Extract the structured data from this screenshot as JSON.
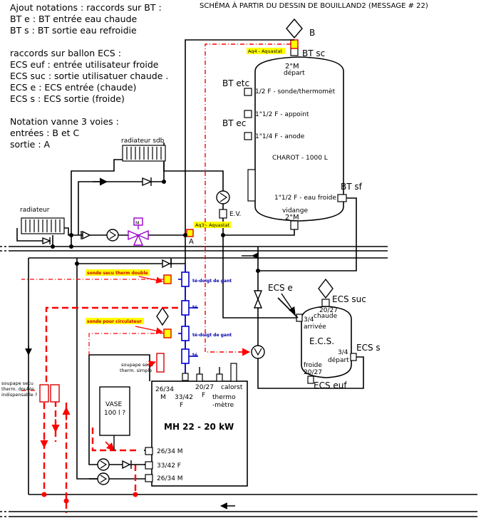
{
  "title": "SCHÉMA À PARTIR DU DESSIN DE BOUILLAND2 (MESSAGE # 22)",
  "notes": [
    "Ajout notations : raccords sur BT :",
    "BT e : BT entrée eau chaude",
    "BT s : BT sortie eau refroidie",
    "",
    "raccords sur ballon ECS :",
    "ECS euf : entrée utilisateur froide",
    "ECS suc : sortie utilisatuer chaude .",
    "ECS e : ECS entrée (chaude)",
    "ECS s : ECS sortie (froide)",
    "",
    "Notation vanne 3 voies :",
    "entrées : B et C",
    "sortie : A"
  ],
  "tank": {
    "top_label": "2\"M",
    "top_sub": "départ",
    "port_sonde": "1/2 F - sonde/thermomèt",
    "port_appoint": "1\"1/2 F - appoint",
    "port_anode": "1\"1/4 F - anode",
    "name": "CHAROT - 1000 L",
    "port_froide": "1\"1/2 F - eau froide",
    "bottom_sub": "vidange",
    "bottom_label": "2\"M",
    "bt_sc": "BT sc",
    "bt_etc": "BT etc",
    "bt_ec": "BT ec",
    "bt_sf": "BT sf",
    "b_label": "B"
  },
  "ecs": {
    "name": "E.C.S.",
    "top_size": "20/27",
    "top_sub": "chaude",
    "left_size": "3/4",
    "left_sub": "arrivée",
    "right_size": "3/4",
    "right_sub": "départ",
    "bottom_sub": "froide",
    "bottom_size": "20/27",
    "ecs_e": "ECS e",
    "ecs_suc": "ECS suc",
    "ecs_s": "ECS s",
    "ecs_euf": "ECS euf"
  },
  "boiler": {
    "name": "MH 22 - 20 kW",
    "top1": "26/34",
    "top1b": "M",
    "top2": "33/42",
    "top2b": "F",
    "top3": "20/27",
    "top3b": "F",
    "calorst": "calorst",
    "thermo": "thermo",
    "metre": "-mètre",
    "side1": "26/34 M",
    "side2": "33/42  F",
    "side3": "26/34 M"
  },
  "vase": {
    "line1": "VASE",
    "line2": "100 l ?"
  },
  "labels": {
    "radiateur_sdb": "radiateur sdb",
    "radiateur": "radiateur",
    "valve_m": "M",
    "a_label": "A",
    "ev": "E.V.",
    "aq4": "Aq4 - Aquastat",
    "aq3": "Aq3 - Aquastat",
    "sonde_secu": "sonde secu therm double",
    "sonde_circ": "sonde pour circulateur",
    "te_doigt1": "té-doigt de gant",
    "te1": "té",
    "te_doigt2": "té-doigt de gant",
    "te2": "té",
    "soupape_simple_1": "soupape secu",
    "soupape_simple_2": "therm. simple",
    "soupape_double_1": "soupape secu",
    "soupape_double_2": "therm. double",
    "soupape_double_3": "indispensable ?"
  },
  "colors": {
    "pipe": "#000000",
    "loop": "#ff0000",
    "tee": "#0000cc",
    "highlight": "#ffff00",
    "valve": "#9900cc"
  }
}
